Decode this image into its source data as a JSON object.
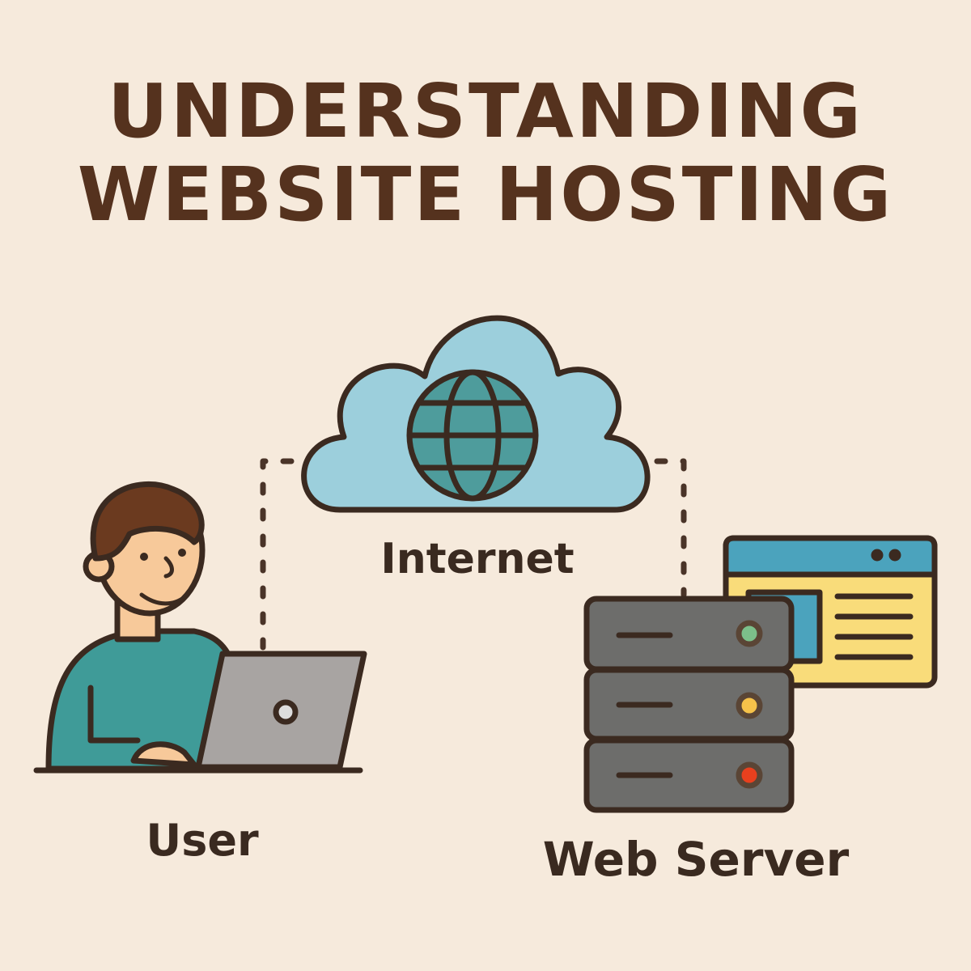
{
  "title": {
    "line1": "UNDERSTANDING",
    "line2": "WEBSITE HOSTING"
  },
  "labels": {
    "internet": "Internet",
    "user": "User",
    "server": "Web Server"
  },
  "colors": {
    "background": "#f6eadc",
    "title": "#55321e",
    "outline": "#3b2a20",
    "cloud": "#9ccfdc",
    "globe": "#4e9c9c",
    "shirt": "#3f9b98",
    "laptop": "#a8a4a2",
    "server": "#6d6d6b",
    "browser_bar": "#4ba3bd",
    "browser_body": "#f9dc7a",
    "led_green": "#7cc08a",
    "led_yellow": "#f6c24a",
    "led_red": "#e8401e"
  }
}
